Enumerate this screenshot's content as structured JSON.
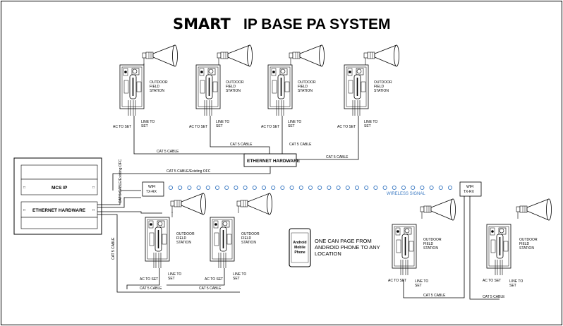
{
  "title": {
    "part1": "SMART",
    "part2": "IP BASE PA SYSTEM"
  },
  "labels": {
    "outdoor_station": [
      "OUTDOOR",
      "FIELD",
      "STATION"
    ],
    "ac_to_set": "AC TO SET",
    "line_to_set": [
      "LINE TO",
      "SET"
    ],
    "cat5": "CAT 5 CABLE",
    "cat5_existing_ofc": "CAT 5 CABLE/Existing OFC",
    "ethernet_hw_upper": "ETHERNET HARDWARE",
    "ethernet_hw_rack": "ETHERNET HARDWARE",
    "mcs_ip": "MCS IP",
    "wifi": [
      "WIFI",
      "TX-RX"
    ],
    "wireless_signal": "WIRELESS SIGNAL",
    "android_phone": [
      "Android",
      "Mobile",
      "Phone"
    ],
    "android_note": [
      "ONE CAN PAGE FROM",
      "ANDROID PHONE TO ANY",
      "LOCATION"
    ]
  },
  "colors": {
    "wireless": "#3a79c2",
    "line": "#000000"
  }
}
